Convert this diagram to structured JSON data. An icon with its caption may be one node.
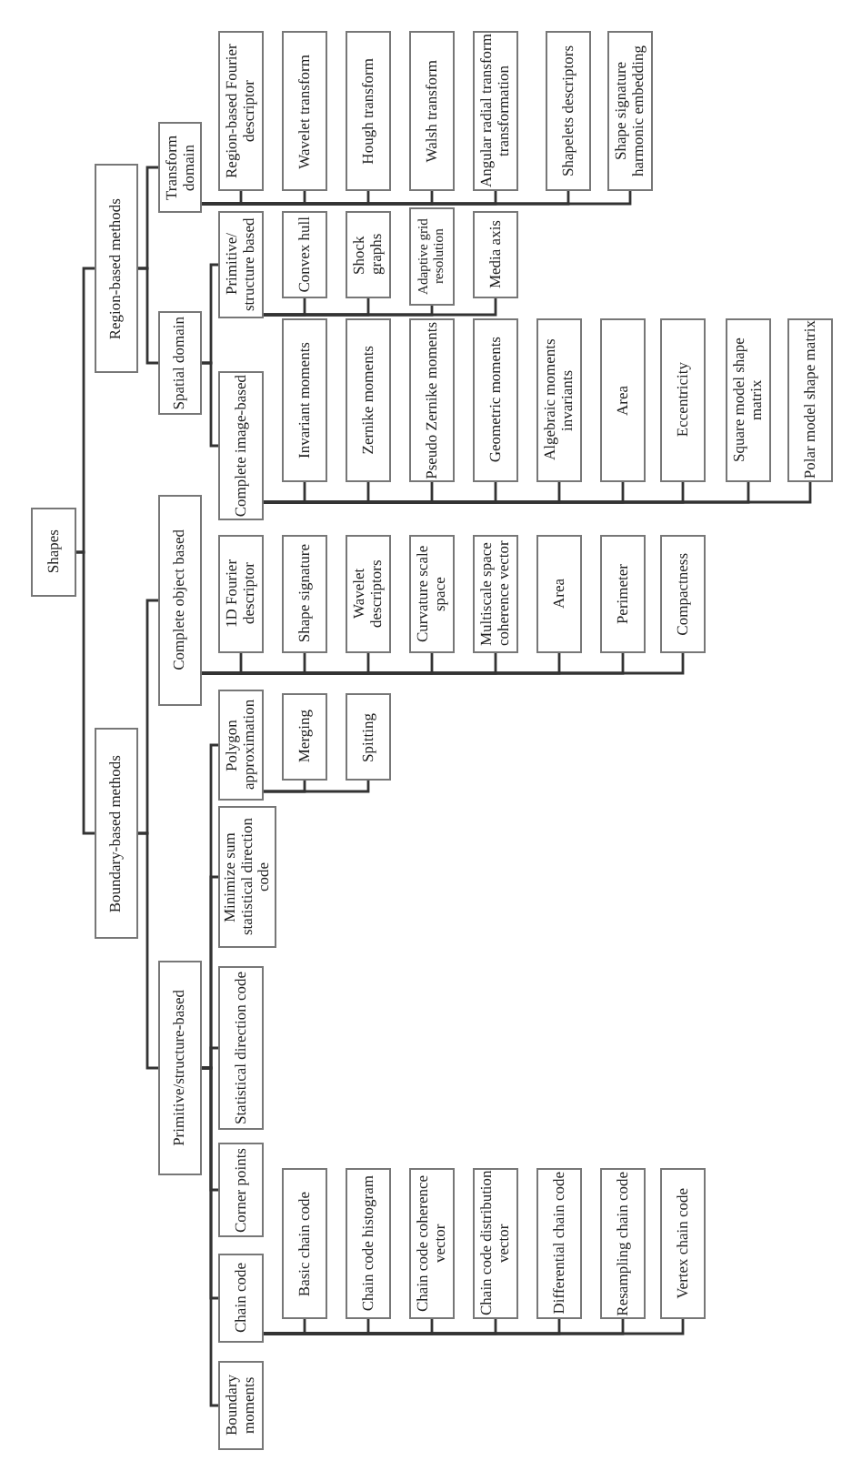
{
  "diagram": {
    "nodes": [
      {
        "text": [
          "Shapes"
        ]
      },
      {
        "text": [
          "Region-based methods"
        ]
      },
      {
        "text": [
          "Boundary-based methods"
        ]
      },
      {
        "text": [
          "Transform domain"
        ]
      },
      {
        "text": [
          "Spatial domain"
        ]
      },
      {
        "text": [
          "Primitive/ structure based"
        ]
      },
      {
        "text": [
          "Complete image-based"
        ]
      },
      {
        "text": [
          "Complete object based"
        ]
      },
      {
        "text": [
          "Primitive/structure-based"
        ]
      },
      {
        "text": [
          "Region-based Fourier descriptor"
        ]
      },
      {
        "text": [
          "Wavelet transform"
        ]
      },
      {
        "text": [
          "Hough transform"
        ]
      },
      {
        "text": [
          "Walsh transform"
        ]
      },
      {
        "text": [
          "Angular radial transform transformation"
        ]
      },
      {
        "text": [
          "Shapelets descriptors"
        ]
      },
      {
        "text": [
          "Shape signature harmonic embedding"
        ]
      },
      {
        "text": [
          "Convex hull"
        ]
      },
      {
        "text": [
          "Shock graphs"
        ]
      },
      {
        "text": [
          "Adaptive grid resolution"
        ]
      },
      {
        "text": [
          "Media axis"
        ]
      },
      {
        "text": [
          "Invariant moments"
        ]
      },
      {
        "text": [
          "Zernike moments"
        ]
      },
      {
        "text": [
          "Pseudo Zernike moments"
        ]
      },
      {
        "text": [
          "Geometric moments"
        ]
      },
      {
        "text": [
          "Algebraic moments invariants"
        ]
      },
      {
        "text": [
          "Area"
        ]
      },
      {
        "text": [
          "Eccentricity"
        ]
      },
      {
        "text": [
          "Square model shape matrix"
        ]
      },
      {
        "text": [
          "Polar model shape matrix"
        ]
      },
      {
        "text": [
          "1D Fourier descriptor"
        ]
      },
      {
        "text": [
          "Shape signature"
        ]
      },
      {
        "text": [
          "Wavelet descriptors"
        ]
      },
      {
        "text": [
          "Curvature scale space"
        ]
      },
      {
        "text": [
          "Multiscale space coherence vector"
        ]
      },
      {
        "text": [
          "Area"
        ]
      },
      {
        "text": [
          "Perimeter"
        ]
      },
      {
        "text": [
          "Compactness"
        ]
      },
      {
        "text": [
          "Polygon approximation"
        ]
      },
      {
        "text": [
          "Merging"
        ]
      },
      {
        "text": [
          "Spitting"
        ]
      },
      {
        "text": [
          "Minimize sum statistical direction code"
        ]
      },
      {
        "text": [
          "Statistical direction code"
        ]
      },
      {
        "text": [
          "Corner points"
        ]
      },
      {
        "text": [
          "Chain code"
        ]
      },
      {
        "text": [
          "Boundary moments"
        ]
      },
      {
        "text": [
          "Basic chain code"
        ]
      },
      {
        "text": [
          "Chain code histogram"
        ]
      },
      {
        "text": [
          "Chain code coherence vector"
        ]
      },
      {
        "text": [
          "Chain code distribution vector"
        ]
      },
      {
        "text": [
          "Differential chain code"
        ]
      },
      {
        "text": [
          "Resampling chain code"
        ]
      },
      {
        "text": [
          "Vertex chain code"
        ]
      }
    ],
    "edges": [
      {
        "from": 0,
        "to": 1,
        "arrow": "none"
      },
      {
        "from": 0,
        "to": 2,
        "arrow": "none"
      },
      {
        "from": 1,
        "to": 3,
        "arrow": "none"
      },
      {
        "from": 1,
        "to": 4,
        "arrow": "none"
      },
      {
        "from": 4,
        "to": 5,
        "arrow": "none"
      },
      {
        "from": 4,
        "to": 6,
        "arrow": "none"
      },
      {
        "from": 2,
        "to": 7,
        "arrow": "none"
      },
      {
        "from": 2,
        "to": 8,
        "arrow": "none"
      },
      {
        "from": 3,
        "to": 9,
        "arrow": "none"
      },
      {
        "from": 3,
        "to": 10,
        "arrow": "none"
      },
      {
        "from": 3,
        "to": 11,
        "arrow": "none"
      },
      {
        "from": 3,
        "to": 12,
        "arrow": "none"
      },
      {
        "from": 3,
        "to": 13,
        "arrow": "none"
      },
      {
        "from": 3,
        "to": 14,
        "arrow": "none"
      },
      {
        "from": 3,
        "to": 15,
        "arrow": "none"
      },
      {
        "from": 5,
        "to": 16,
        "arrow": "none"
      },
      {
        "from": 5,
        "to": 17,
        "arrow": "none"
      },
      {
        "from": 5,
        "to": 18,
        "arrow": "none"
      },
      {
        "from": 5,
        "to": 19,
        "arrow": "none"
      },
      {
        "from": 6,
        "to": 20,
        "arrow": "none"
      },
      {
        "from": 6,
        "to": 21,
        "arrow": "none"
      },
      {
        "from": 6,
        "to": 22,
        "arrow": "none"
      },
      {
        "from": 6,
        "to": 23,
        "arrow": "none"
      },
      {
        "from": 6,
        "to": 24,
        "arrow": "none"
      },
      {
        "from": 6,
        "to": 25,
        "arrow": "none"
      },
      {
        "from": 6,
        "to": 26,
        "arrow": "none"
      },
      {
        "from": 6,
        "to": 27,
        "arrow": "none"
      },
      {
        "from": 6,
        "to": 28,
        "arrow": "none"
      },
      {
        "from": 7,
        "to": 29,
        "arrow": "none"
      },
      {
        "from": 7,
        "to": 30,
        "arrow": "none"
      },
      {
        "from": 7,
        "to": 31,
        "arrow": "none"
      },
      {
        "from": 7,
        "to": 32,
        "arrow": "none"
      },
      {
        "from": 7,
        "to": 33,
        "arrow": "none"
      },
      {
        "from": 7,
        "to": 34,
        "arrow": "none"
      },
      {
        "from": 7,
        "to": 35,
        "arrow": "none"
      },
      {
        "from": 7,
        "to": 36,
        "arrow": "none"
      },
      {
        "from": 8,
        "to": 37,
        "arrow": "none"
      },
      {
        "from": 8,
        "to": 40,
        "arrow": "none"
      },
      {
        "from": 8,
        "to": 41,
        "arrow": "none"
      },
      {
        "from": 8,
        "to": 42,
        "arrow": "none"
      },
      {
        "from": 8,
        "to": 43,
        "arrow": "none"
      },
      {
        "from": 8,
        "to": 44,
        "arrow": "none"
      },
      {
        "from": 37,
        "to": 38,
        "arrow": "none"
      },
      {
        "from": 37,
        "to": 39,
        "arrow": "none"
      },
      {
        "from": 43,
        "to": 45,
        "arrow": "none"
      },
      {
        "from": 43,
        "to": 46,
        "arrow": "none"
      },
      {
        "from": 43,
        "to": 47,
        "arrow": "none"
      },
      {
        "from": 43,
        "to": 48,
        "arrow": "none"
      },
      {
        "from": 43,
        "to": 49,
        "arrow": "none"
      },
      {
        "from": 43,
        "to": 50,
        "arrow": "none"
      },
      {
        "from": 43,
        "to": 51,
        "arrow": "none"
      }
    ]
  }
}
